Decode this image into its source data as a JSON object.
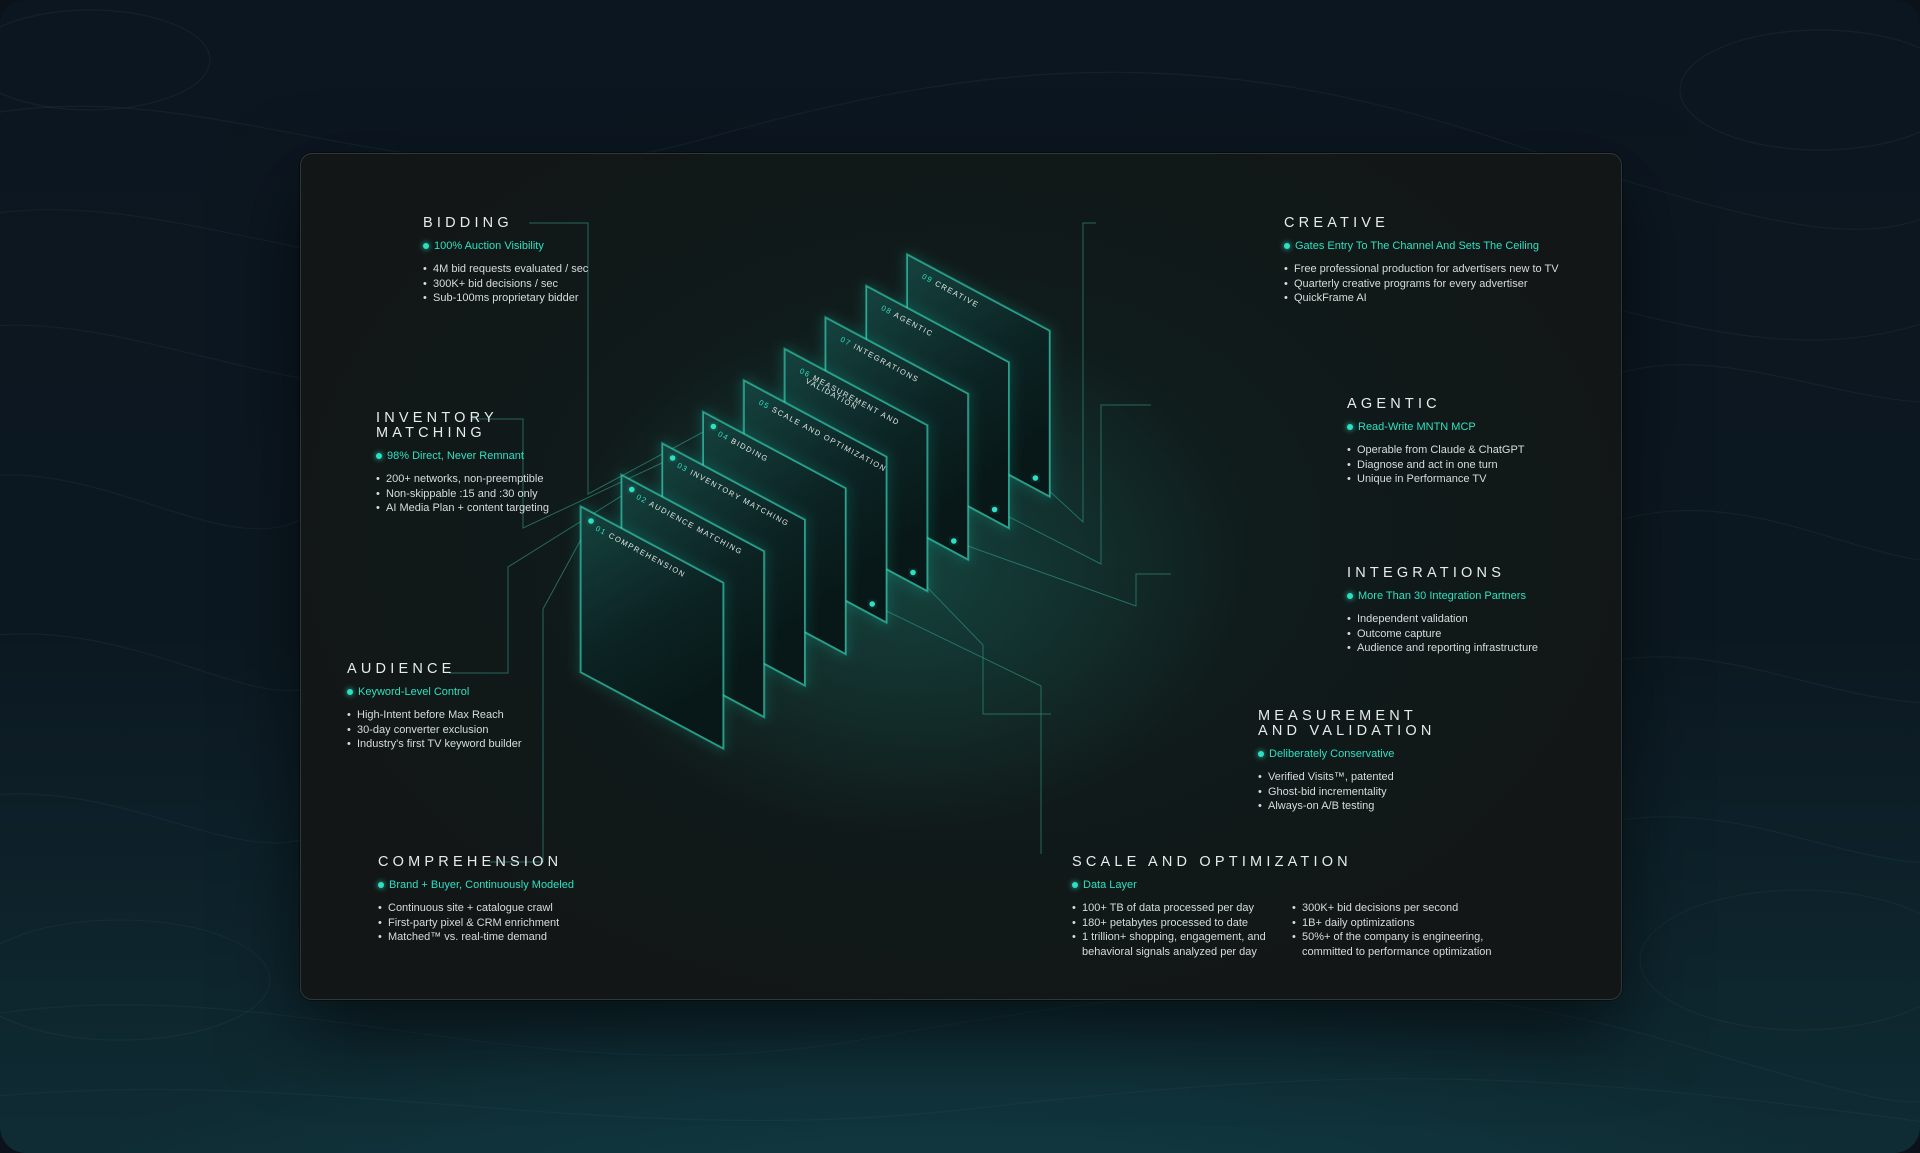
{
  "colors": {
    "accent": "#2ee0c2",
    "card": "#121616",
    "line": "#2f6e64"
  },
  "sections": {
    "creative": {
      "title": "CREATIVE",
      "subtitle": "Gates Entry To The Channel And Sets The Ceiling",
      "bullets": [
        "Free professional production for advertisers new to TV",
        "Quarterly creative programs for every advertiser",
        "QuickFrame AI"
      ]
    },
    "bidding": {
      "title": "BIDDING",
      "subtitle": "100% Auction Visibility",
      "bullets": [
        "4M bid requests evaluated / sec",
        "300K+ bid decisions / sec",
        "Sub-100ms proprietary bidder"
      ]
    },
    "agentic": {
      "title": "AGENTIC",
      "subtitle": "Read-Write MNTN MCP",
      "bullets": [
        "Operable from Claude & ChatGPT",
        "Diagnose and act in one turn",
        "Unique in Performance TV"
      ]
    },
    "inventory": {
      "title_line1": "INVENTORY",
      "title_line2": "MATCHING",
      "subtitle": "98% Direct, Never Remnant",
      "bullets": [
        "200+ networks, non-preemptible",
        "Non-skippable :15 and :30 only",
        "AI Media Plan + content targeting"
      ]
    },
    "integrations": {
      "title": "INTEGRATIONS",
      "subtitle": "More Than 30 Integration Partners",
      "bullets": [
        "Independent validation",
        "Outcome capture",
        "Audience and reporting infrastructure"
      ]
    },
    "audience": {
      "title": "AUDIENCE",
      "subtitle": "Keyword-Level Control",
      "bullets": [
        "High-Intent before Max Reach",
        "30-day converter exclusion",
        "Industry's first TV keyword builder"
      ]
    },
    "measurement": {
      "title_line1": "MEASUREMENT",
      "title_line2": "AND VALIDATION",
      "subtitle": "Deliberately Conservative",
      "bullets": [
        "Verified Visits™, patented",
        "Ghost-bid incrementality",
        "Always-on A/B testing"
      ]
    },
    "comprehension": {
      "title": "COMPREHENSION",
      "subtitle": "Brand + Buyer, Continuously Modeled",
      "bullets": [
        "Continuous site + catalogue crawl",
        "First-party pixel & CRM enrichment",
        "Matched™ vs. real-time demand"
      ]
    },
    "scale": {
      "title": "SCALE AND OPTIMIZATION",
      "subtitle": "Data Layer",
      "bullets_left": [
        "100+ TB of data processed per day",
        "180+ petabytes processed to date",
        "1 trillion+ shopping, engagement, and behavioral signals analyzed per day"
      ],
      "bullets_right": [
        "300K+ bid decisions per second",
        "1B+ daily optimizations",
        "50%+ of the company is engineering, committed to performance optimization"
      ]
    }
  },
  "layers": [
    {
      "num": "01",
      "label": "COMPREHENSION"
    },
    {
      "num": "02",
      "label": "AUDIENCE MATCHING"
    },
    {
      "num": "03",
      "label": "INVENTORY MATCHING"
    },
    {
      "num": "04",
      "label": "BIDDING"
    },
    {
      "num": "05",
      "label": "SCALE AND OPTIMIZATION"
    },
    {
      "num": "06",
      "label": "MEASUREMENT AND",
      "label2": "VALIDATION"
    },
    {
      "num": "07",
      "label": "INTEGRATIONS"
    },
    {
      "num": "08",
      "label": "AGENTIC"
    },
    {
      "num": "09",
      "label": "CREATIVE"
    }
  ]
}
